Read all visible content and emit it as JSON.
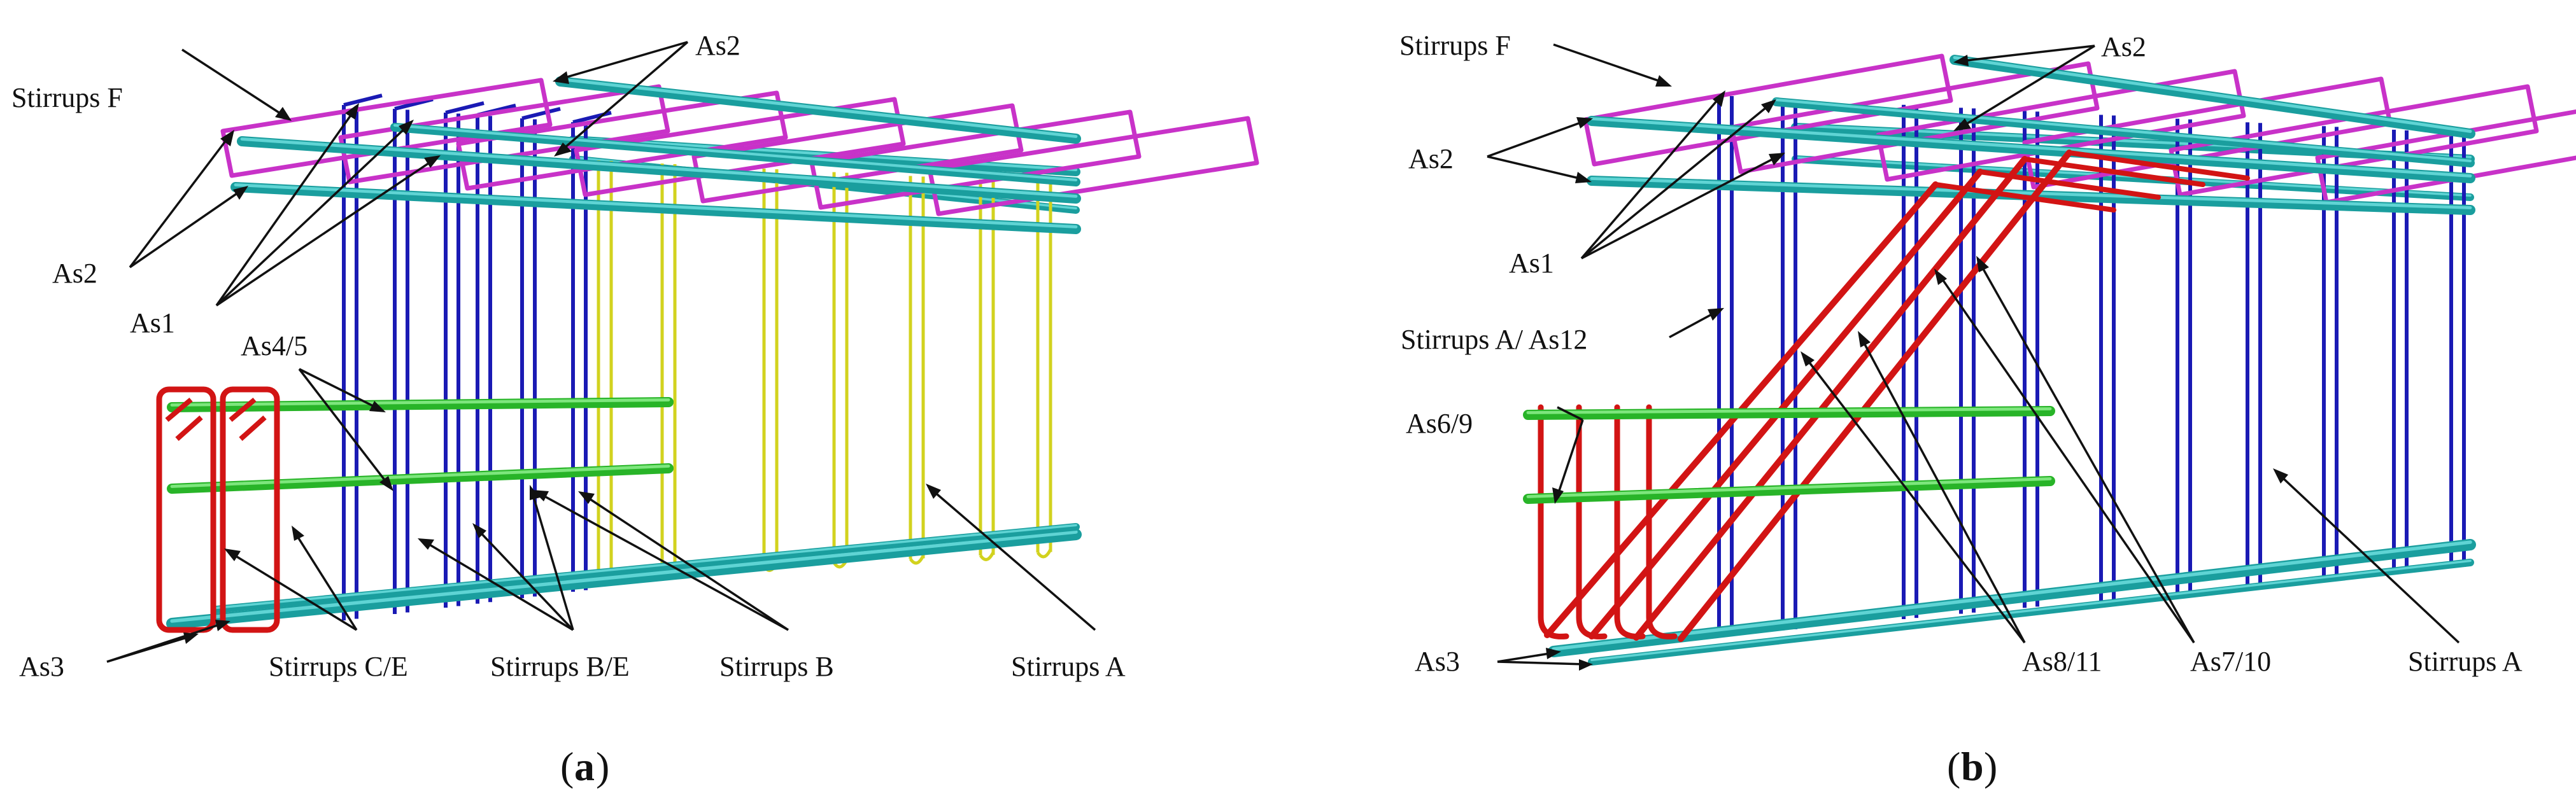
{
  "panels": [
    {
      "id": "a",
      "caption": "(a)",
      "caption_letter": "a",
      "labels": {
        "stirrups_f": "Stirrups F",
        "as2_top": "As2",
        "as2_left": "As2",
        "as1": "As1",
        "as4_5": "As4/5",
        "as3": "As3",
        "stirrups_ce": "Stirrups C/E",
        "stirrups_be": "Stirrups B/E",
        "stirrups_b": "Stirrups B",
        "stirrups_a": "Stirrups A"
      }
    },
    {
      "id": "b",
      "caption": "(b)",
      "caption_letter": "b",
      "labels": {
        "stirrups_f": "Stirrups F",
        "as2_top": "As2",
        "as2_left": "As2",
        "as1": "As1",
        "stirrups_a_as12": "Stirrups A/ As12",
        "as6_9": "As6/9",
        "as3": "As3",
        "as8_11": "As8/11",
        "as7_10": "As7/10",
        "stirrups_a": "Stirrups A"
      }
    }
  ],
  "colors": {
    "longitudinal_bar": "#1a9e9e",
    "longitudinal_highlight": "#5fd4d4",
    "stirrups_f": "#c832c8",
    "stirrups_blue": "#1a1ab4",
    "stirrups_yellow": "#d2d21e",
    "red_bar": "#d21414",
    "green_bar": "#28b428",
    "green_highlight": "#7de67d",
    "label_text": "#111111"
  }
}
